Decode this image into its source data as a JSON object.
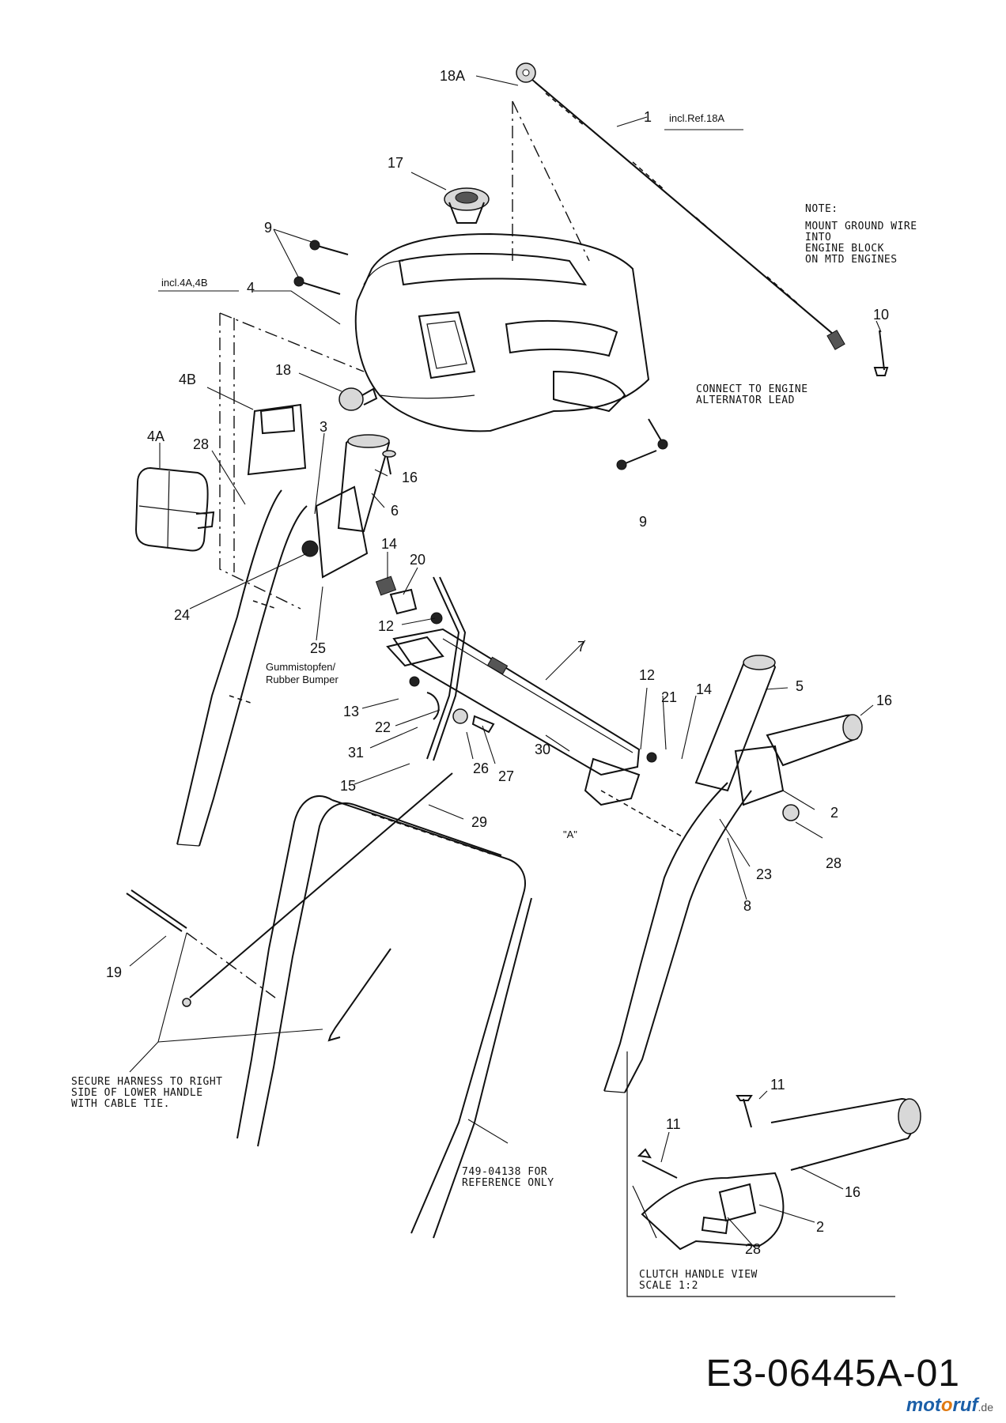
{
  "callouts": {
    "c18A": "18A",
    "c1": "1",
    "c17": "17",
    "c9a": "9",
    "c9b": "9",
    "c4": "4",
    "c10": "10",
    "c18": "18",
    "c4B": "4B",
    "c3": "3",
    "c4A": "4A",
    "c28a": "28",
    "c16a": "16",
    "c6": "6",
    "c14a": "14",
    "c20": "20",
    "c24": "24",
    "c12a": "12",
    "c25": "25",
    "c7": "7",
    "c12b": "12",
    "c21": "21",
    "c14b": "14",
    "c5": "5",
    "c16b": "16",
    "c13": "13",
    "c22": "22",
    "c30": "30",
    "c31": "31",
    "c26": "26",
    "c27": "27",
    "c15": "15",
    "c29": "29",
    "c2a": "2",
    "c28b": "28",
    "c23": "23",
    "c8": "8",
    "c19": "19",
    "c11a": "11",
    "c11b": "11",
    "c16c": "16",
    "c2b": "2",
    "c28c": "28"
  },
  "labels": {
    "incl_ref_18a": "incl.Ref.18A",
    "incl_4a_4b": "incl.4A,4B",
    "rubber_bumper_de": "Gummistopfen/",
    "rubber_bumper_en": "Rubber Bumper",
    "view_a": "\"A\""
  },
  "notes": {
    "note_title": "NOTE:",
    "note_line1": "MOUNT GROUND WIRE",
    "note_line2": "INTO",
    "note_line3": "ENGINE BLOCK",
    "note_line4": "ON MTD ENGINES",
    "connect_line1": "CONNECT TO ENGINE",
    "connect_line2": "ALTERNATOR LEAD",
    "secure_line1": "SECURE HARNESS TO RIGHT",
    "secure_line2": "SIDE OF LOWER HANDLE",
    "secure_line3": "WITH CABLE TIE.",
    "ref_line1": "749-04138 FOR",
    "ref_line2": "REFERENCE ONLY",
    "clutch_line1": "CLUTCH HANDLE VIEW",
    "clutch_line2": "SCALE 1:2"
  },
  "footer": {
    "code": "E3-06445A-01",
    "brand_part1": "mot",
    "brand_part2": "o",
    "brand_part3": "ruf",
    "brand_tld": ".de"
  }
}
